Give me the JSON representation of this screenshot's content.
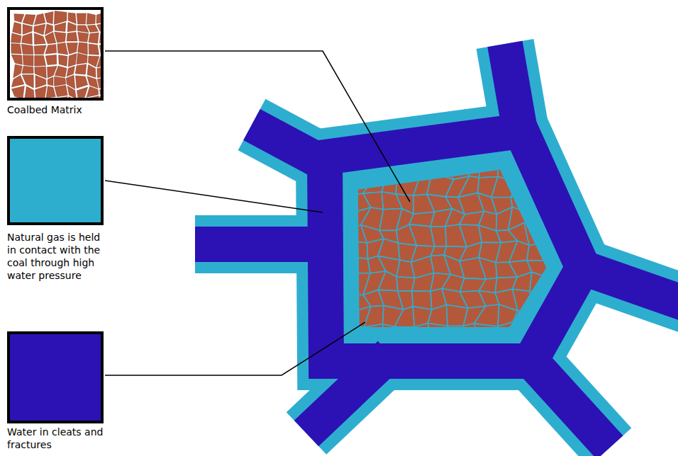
{
  "diagram": {
    "legend": [
      {
        "text": "Coalbed Matrix"
      },
      {
        "text": "Natural gas is held in contact with the coal through high water pressure",
        "color": "#2eaecf"
      },
      {
        "text": "Water in cleats and fractures",
        "color": "#2c12b4"
      }
    ]
  }
}
